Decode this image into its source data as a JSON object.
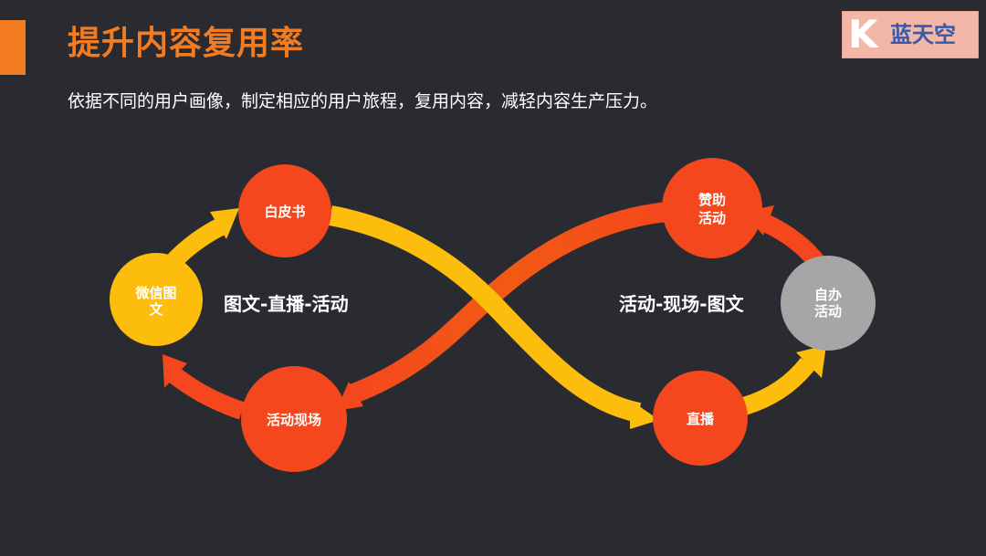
{
  "header": {
    "title": "提升内容复用率",
    "subtitle": "依据不同的用户画像，制定相应的用户旅程，复用内容，减轻内容生产压力。"
  },
  "logo": {
    "letter": "K",
    "text": "蓝天空"
  },
  "colors": {
    "background": "#292b30",
    "accent": "#f47c20",
    "red": "#f4471d",
    "yellow": "#fcbd0c",
    "gray": "#a6a6a6"
  },
  "diagram": {
    "left_loop_label": "图文-直播-活动",
    "right_loop_label": "活动-现场-图文",
    "nodes": {
      "wechat": [
        "微信图",
        "文"
      ],
      "whitepaper": [
        "白皮书"
      ],
      "onsite": [
        "活动现场"
      ],
      "sponsor": [
        "赞助",
        "活动"
      ],
      "self_hosted": [
        "自办",
        "活动"
      ],
      "live": [
        "直播"
      ]
    }
  }
}
